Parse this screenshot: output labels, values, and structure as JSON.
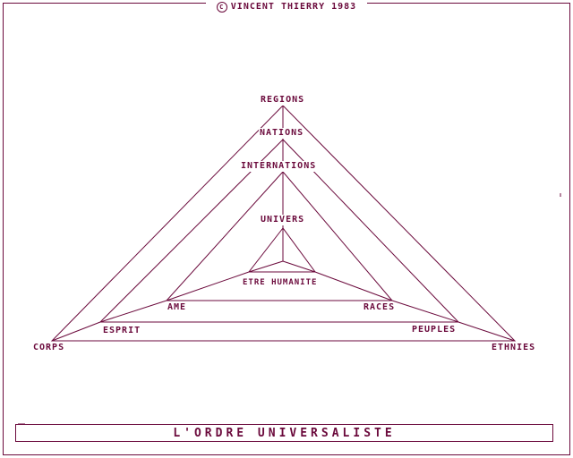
{
  "header": {
    "copyright": "VINCENT THIERRY 1983",
    "copyright_symbol": "C"
  },
  "diagram": {
    "labels": {
      "regions": "REGIONS",
      "nations": "NATIONS",
      "internations": "INTERNATIONS",
      "univers": "UNIVERS",
      "etre_humanite": "ETRE HUMANITE",
      "ame": "AME",
      "races": "RACES",
      "esprit": "ESPRIT",
      "peuples": "PEUPLES",
      "corps": "CORPS",
      "ethnies": "ETHNIES"
    },
    "line_color": "#6b0a3c"
  },
  "footer": {
    "title": "L'ORDRE UNIVERSALISTE"
  }
}
